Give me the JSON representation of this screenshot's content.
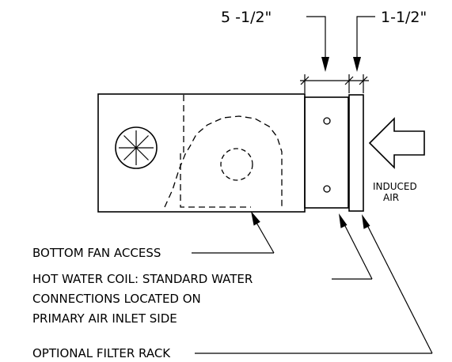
{
  "dimensions": {
    "coil_width": "5 -1/2\"",
    "filter_width": "1-1/2\""
  },
  "labels": {
    "induced_air_line1": "INDUCED",
    "induced_air_line2": "AIR",
    "bottom_fan_access": "BOTTOM FAN ACCESS",
    "hot_water_coil_line1": "HOT WATER COIL: STANDARD WATER",
    "hot_water_coil_line2": "CONNECTIONS LOCATED ON",
    "hot_water_coil_line3": "PRIMARY AIR INLET SIDE",
    "optional_filter_rack": "OPTIONAL FILTER RACK"
  },
  "colors": {
    "line": "#000000",
    "background": "#ffffff"
  }
}
